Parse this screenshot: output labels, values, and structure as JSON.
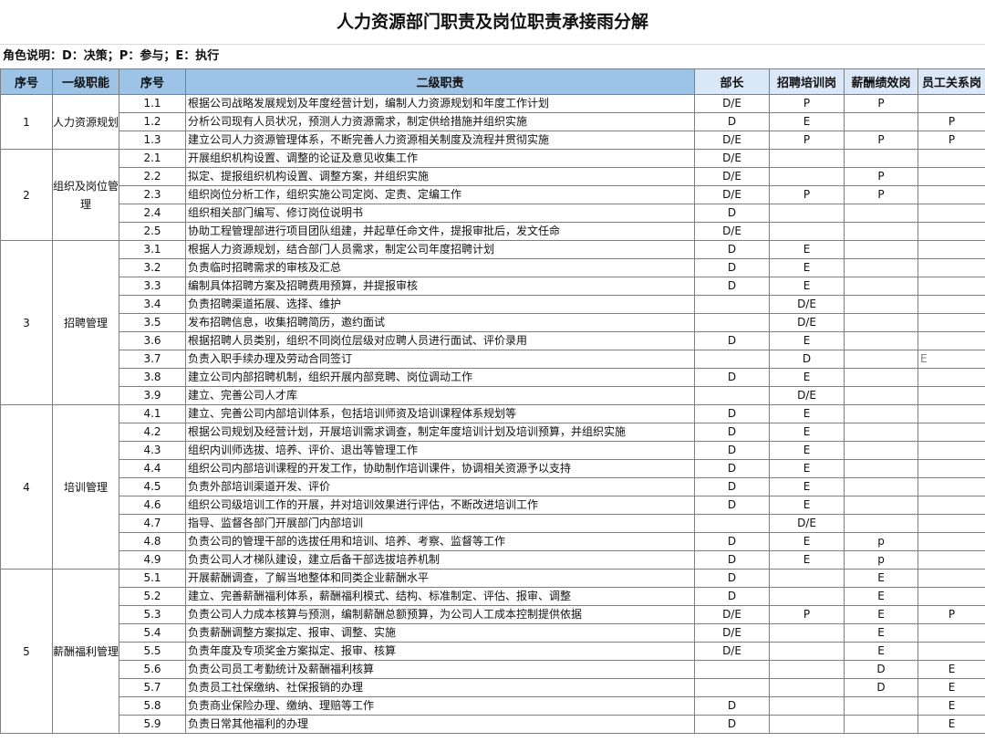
{
  "sheet": {
    "title": "人力资源部门职责及岗位职责承接雨分解",
    "legend": "角色说明：D：决策；P：参与；E：执行"
  },
  "headers": {
    "seq1": "序号",
    "level1": "一级职能",
    "seq2": "序号",
    "level2": "二级职责",
    "roles": [
      "部长",
      "招聘培训岗",
      "薪酬绩效岗",
      "员工关系岗"
    ]
  },
  "groups": [
    {
      "no": "1",
      "name": "人力资源规划",
      "rows": [
        {
          "seq": "1.1",
          "desc": "根据公司战略发展规划及年度经营计划，编制人力资源规划和年度工作计划",
          "roles": [
            "D/E",
            "P",
            "P",
            ""
          ]
        },
        {
          "seq": "1.2",
          "desc": "分析公司现有人员状况，预测人力资源需求，制定供给措施并组织实施",
          "roles": [
            "D",
            "E",
            "",
            "P"
          ]
        },
        {
          "seq": "1.3",
          "desc": "建立公司人力资源管理体系，不断完善人力资源相关制度及流程并贯彻实施",
          "roles": [
            "D/E",
            "P",
            "P",
            "P"
          ]
        }
      ]
    },
    {
      "no": "2",
      "name": "组织及岗位管理",
      "rows": [
        {
          "seq": "2.1",
          "desc": "开展组织机构设置、调整的论证及意见收集工作",
          "roles": [
            "D/E",
            "",
            "",
            ""
          ]
        },
        {
          "seq": "2.2",
          "desc": "拟定、提报组织机构设置、调整方案，并组织实施",
          "roles": [
            "D/E",
            "",
            "P",
            ""
          ]
        },
        {
          "seq": "2.3",
          "desc": "组织岗位分析工作，组织实施公司定岗、定责、定编工作",
          "roles": [
            "D/E",
            "P",
            "P",
            ""
          ]
        },
        {
          "seq": "2.4",
          "desc": "组织相关部门编写、修订岗位说明书",
          "roles": [
            "D",
            "",
            "",
            ""
          ]
        },
        {
          "seq": "2.5",
          "desc": "协助工程管理部进行项目团队组建，并起草任命文件，提报审批后，发文任命",
          "roles": [
            "D/E",
            "",
            "",
            ""
          ]
        }
      ]
    },
    {
      "no": "3",
      "name": "招聘管理",
      "rows": [
        {
          "seq": "3.1",
          "desc": "根据人力资源规划，结合部门人员需求，制定公司年度招聘计划",
          "roles": [
            "D",
            "E",
            "",
            ""
          ]
        },
        {
          "seq": "3.2",
          "desc": "负责临时招聘需求的审核及汇总",
          "roles": [
            "D",
            "E",
            "",
            ""
          ]
        },
        {
          "seq": "3.3",
          "desc": "编制具体招聘方案及招聘费用预算，并提报审核",
          "roles": [
            "D",
            "E",
            "",
            ""
          ]
        },
        {
          "seq": "3.4",
          "desc": "负责招聘渠道拓展、选择、维护",
          "roles": [
            "",
            "D/E",
            "",
            ""
          ]
        },
        {
          "seq": "3.5",
          "desc": "发布招聘信息，收集招聘简历，邀约面试",
          "roles": [
            "",
            "D/E",
            "",
            ""
          ]
        },
        {
          "seq": "3.6",
          "desc": "根据招聘人员类别，组织不同岗位层级对应聘人员进行面试、评价录用",
          "roles": [
            "D",
            "E",
            "",
            ""
          ]
        },
        {
          "seq": "3.7",
          "desc": "负责入职手续办理及劳动合同签订",
          "roles": [
            "",
            "D",
            "",
            "E"
          ]
        },
        {
          "seq": "3.8",
          "desc": "建立公司内部招聘机制，组织开展内部竞聘、岗位调动工作",
          "roles": [
            "D",
            "E",
            "",
            ""
          ]
        },
        {
          "seq": "3.9",
          "desc": "建立、完善公司人才库",
          "roles": [
            "",
            "D/E",
            "",
            ""
          ]
        }
      ]
    },
    {
      "no": "4",
      "name": "培训管理",
      "rows": [
        {
          "seq": "4.1",
          "desc": "建立、完善公司内部培训体系，包括培训师资及培训课程体系规划等",
          "roles": [
            "D",
            "E",
            "",
            ""
          ]
        },
        {
          "seq": "4.2",
          "desc": "根据公司规划及经营计划，开展培训需求调查，制定年度培训计划及培训预算，并组织实施",
          "roles": [
            "D",
            "E",
            "",
            ""
          ]
        },
        {
          "seq": "4.3",
          "desc": "组织内训师选拔、培养、评价、退出等管理工作",
          "roles": [
            "D",
            "E",
            "",
            ""
          ]
        },
        {
          "seq": "4.4",
          "desc": "组织公司内部培训课程的开发工作，协助制作培训课件，协调相关资源予以支持",
          "roles": [
            "D",
            "E",
            "",
            ""
          ]
        },
        {
          "seq": "4.5",
          "desc": "负责外部培训渠道开发、评价",
          "roles": [
            "D",
            "E",
            "",
            ""
          ]
        },
        {
          "seq": "4.6",
          "desc": "组织公司级培训工作的开展，并对培训效果进行评估，不断改进培训工作",
          "roles": [
            "D",
            "E",
            "",
            ""
          ]
        },
        {
          "seq": "4.7",
          "desc": "指导、监督各部门开展部门内部培训",
          "roles": [
            "",
            "D/E",
            "",
            ""
          ]
        },
        {
          "seq": "4.8",
          "desc": "负责公司的管理干部的选拔任用和培训、培养、考察、监督等工作",
          "roles": [
            "D",
            "E",
            "p",
            ""
          ]
        },
        {
          "seq": "4.9",
          "desc": "负责公司人才梯队建设，建立后备干部选拔培养机制",
          "roles": [
            "D",
            "E",
            "p",
            ""
          ]
        }
      ]
    },
    {
      "no": "5",
      "name": "薪酬福利管理",
      "rows": [
        {
          "seq": "5.1",
          "desc": "开展薪酬调查，了解当地整体和同类企业薪酬水平",
          "roles": [
            "D",
            "",
            "E",
            ""
          ]
        },
        {
          "seq": "5.2",
          "desc": "建立、完善薪酬福利体系，薪酬福利模式、结构、标准制定、评估、报审、调整",
          "roles": [
            "D",
            "",
            "E",
            ""
          ]
        },
        {
          "seq": "5.3",
          "desc": "负责公司人力成本核算与预测，编制薪酬总额预算，为公司人工成本控制提供依据",
          "roles": [
            "D/E",
            "P",
            "E",
            "P"
          ]
        },
        {
          "seq": "5.4",
          "desc": "负责薪酬调整方案拟定、报审、调整、实施",
          "roles": [
            "D/E",
            "",
            "E",
            ""
          ]
        },
        {
          "seq": "5.5",
          "desc": "负责年度及专项奖金方案拟定、报审、核算",
          "roles": [
            "D/E",
            "",
            "E",
            ""
          ]
        },
        {
          "seq": "5.6",
          "desc": "负责公司员工考勤统计及薪酬福利核算",
          "roles": [
            "",
            "",
            "D",
            "E"
          ]
        },
        {
          "seq": "5.7",
          "desc": "负责员工社保缴纳、社保报销的办理",
          "roles": [
            "",
            "",
            "D",
            "E"
          ]
        },
        {
          "seq": "5.8",
          "desc": "负责商业保险办理、缴纳、理赔等工作",
          "roles": [
            "D",
            "",
            "",
            "E"
          ]
        },
        {
          "seq": "5.9",
          "desc": "负责日常其他福利的办理",
          "roles": [
            "D",
            "",
            "",
            "E"
          ]
        }
      ]
    }
  ]
}
